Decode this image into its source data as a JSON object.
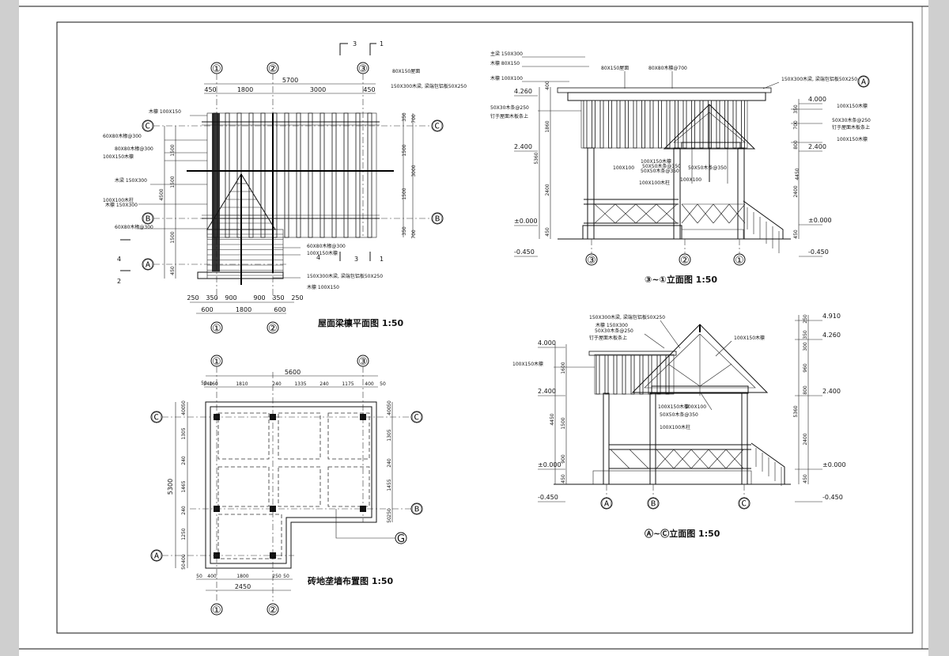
{
  "plan_roof": {
    "title": "屋面梁檩平面图 1:50",
    "axes_top": [
      "①",
      "②",
      "③"
    ],
    "axes_bottom": [
      "①",
      "②"
    ],
    "axes_left": [
      "Ⓒ",
      "Ⓑ",
      "Ⓐ"
    ],
    "axes_right": [
      "Ⓒ",
      "Ⓑ"
    ],
    "section_top_1": "3",
    "section_top_2": "1",
    "section_left_4": "4",
    "section_left_2": "2",
    "section_bottom_4": "4",
    "section_bottom_3": "3",
    "section_bottom_1": "1",
    "dims_top_total": "5700",
    "dims_top": [
      "450",
      "1800",
      "3000",
      "450"
    ],
    "dims_right": [
      "350",
      "700",
      "1500",
      "3000",
      "1500",
      "350",
      "700"
    ],
    "dims_left": [
      "1500",
      "4500",
      "1500",
      "1500",
      "450"
    ],
    "dims_bottom_1": [
      "250",
      "350",
      "900",
      "900",
      "350",
      "250"
    ],
    "dims_bottom_2": [
      "600",
      "1800",
      "600"
    ],
    "labels": [
      "80X150屋面",
      "150X300木梁, 梁端包铝板50X250",
      "木檩 100X150",
      "60X80木椽@300",
      "80X80木椽@300",
      "100X150木檩",
      "木梁 150X300",
      "100X100木柱",
      "木檩 150X300",
      "60X80木椽@300",
      "60X80木椽@300",
      "100X150木檩",
      "150X300木梁, 梁端包铝板50X250",
      "木檩 100X150"
    ]
  },
  "elev_31": {
    "title": "③~①立面图 1:50",
    "axes": [
      "③",
      "②",
      "①"
    ],
    "elev_labels": [
      "4.260",
      "2.400",
      "±0.000",
      "-0.450",
      "4.000",
      "2.400",
      "±0.000",
      "-0.450"
    ],
    "dims_left": [
      "5360",
      "1860",
      "2400",
      "450",
      "400"
    ],
    "dims_right": [
      "350",
      "700",
      "800",
      "4450",
      "2400",
      "450"
    ],
    "labels": [
      "主梁 150X300",
      "木檩 80X150",
      "木檩 100X100",
      "80X150屋面",
      "80X80木檩@700",
      "150X300木梁, 梁端包铝板50X250",
      "50X30木条@250",
      "钉于屋面木板条上",
      "100X150木檩",
      "50X30木条@250",
      "钉于屋面木板条上",
      "100X150木檩",
      "100X100",
      "100X150木檩",
      "50X50木条@350",
      "50X50木条@350",
      "100X100木柱",
      "50X50木条@350",
      "100X100"
    ],
    "grid_A": "Ⓐ"
  },
  "plan_base": {
    "title": "砖地垄墙布置图 1:50",
    "axes_top": [
      "①",
      "③"
    ],
    "axes_bottom": [
      "①",
      "②"
    ],
    "axes_left": [
      "Ⓒ",
      "Ⓐ"
    ],
    "axes_right": [
      "Ⓒ",
      "Ⓑ"
    ],
    "detail_mark": "G",
    "dims_top_total": "5600",
    "dims_top": [
      "240",
      "160",
      "1810",
      "240",
      "1335",
      "240",
      "1175",
      "400",
      "50"
    ],
    "dims_top_lead": "50",
    "dims_left_total": "5300",
    "dims_left": [
      "50",
      "400",
      "1305",
      "240",
      "1465",
      "240",
      "1250",
      "400",
      "50"
    ],
    "dims_right": [
      "50",
      "400",
      "1305",
      "240",
      "1455",
      "250",
      "50"
    ],
    "dims_bottom_1": [
      "50",
      "400",
      "1800",
      "250",
      "50"
    ],
    "dims_bottom_2": "2450"
  },
  "elev_AC": {
    "title": "Ⓐ~Ⓒ立面图 1:50",
    "axes": [
      "Ⓐ",
      "Ⓑ",
      "Ⓒ"
    ],
    "elev_labels_left": [
      "4.000",
      "2.400",
      "±0.000",
      "-0.450"
    ],
    "elev_labels_right": [
      "4.910",
      "4.260",
      "2.400",
      "±0.000",
      "-0.450"
    ],
    "dims_left": [
      "1600",
      "4450",
      "1500",
      "900",
      "450"
    ],
    "dims_right": [
      "250",
      "350",
      "300",
      "960",
      "800",
      "5360",
      "2400",
      "450"
    ],
    "labels": [
      "150X300木梁, 梁端包铝板50X250",
      "木檩 150X300",
      "50X30木条@250",
      "钉于屋面木板条上",
      "100X150木檩",
      "100X150木檩",
      "100X150木檩",
      "100X100",
      "50X50木条@350",
      "100X100木柱"
    ]
  }
}
